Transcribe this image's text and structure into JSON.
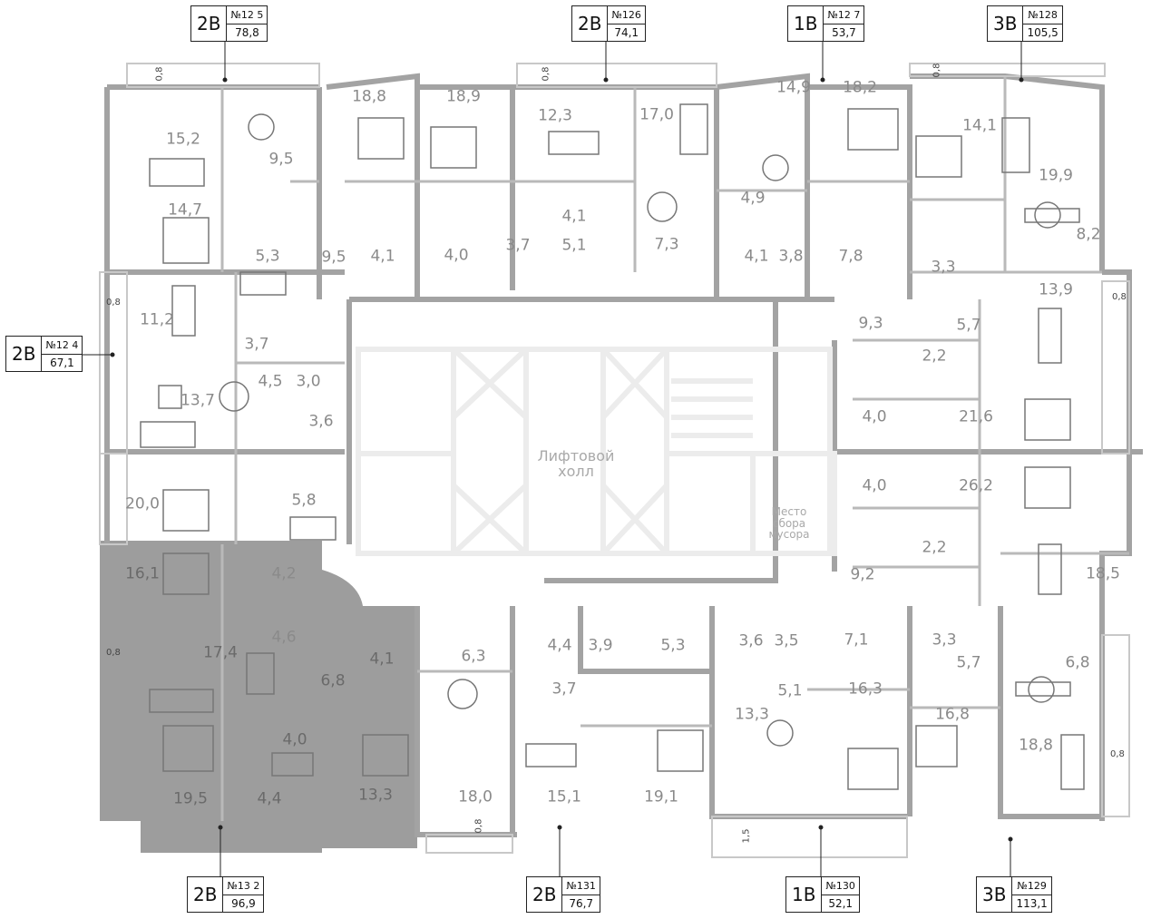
{
  "hall": {
    "line1": "Лифтовой",
    "line2": "холл"
  },
  "garbage": {
    "line1": "Место",
    "line2": "сбора",
    "line3": "мусора"
  },
  "apartments": {
    "a125": {
      "type": "2В",
      "number": "№12 5",
      "area": "78,8"
    },
    "a126": {
      "type": "2В",
      "number": "№126",
      "area": "74,1"
    },
    "a127": {
      "type": "1В",
      "number": "№12 7",
      "area": "53,7"
    },
    "a128": {
      "type": "3В",
      "number": "№128",
      "area": "105,5"
    },
    "a124": {
      "type": "2В",
      "number": "№12 4",
      "area": "67,1"
    },
    "a132": {
      "type": "2В",
      "number": "№13 2",
      "area": "96,9"
    },
    "a131": {
      "type": "2В",
      "number": "№131",
      "area": "76,7"
    },
    "a130": {
      "type": "1В",
      "number": "№130",
      "area": "52,1"
    },
    "a129": {
      "type": "3В",
      "number": "№129",
      "area": "113,1"
    }
  },
  "balcony_dims": {
    "d1": "0,8",
    "d2": "0,8",
    "d3": "0,8",
    "d4": "0,8",
    "d5": "0,8",
    "d6": "0,8",
    "d7": "1,5",
    "d8": "0,8",
    "d9": "0,8"
  },
  "rooms": [
    "18,8",
    "18,9",
    "14,9",
    "18,2",
    "15,2",
    "12,3",
    "17,0",
    "14,1",
    "9,5",
    "19,9",
    "14,7",
    "4,1",
    "4,9",
    "8,2",
    "5,3",
    "9,5",
    "4,1",
    "4,0",
    "3,7",
    "5,1",
    "7,3",
    "4,1",
    "3,8",
    "7,8",
    "3,3",
    "13,9",
    "11,2",
    "9,3",
    "5,7",
    "3,7",
    "2,2",
    "4,5",
    "3,0",
    "13,7",
    "4,0",
    "21,6",
    "3,6",
    "20,0",
    "4,0",
    "26,2",
    "5,8",
    "2,2",
    "16,1",
    "4,2",
    "9,2",
    "18,5",
    "4,6",
    "7,1",
    "3,3",
    "17,4",
    "6,3",
    "4,4",
    "3,9",
    "5,3",
    "3,6",
    "3,5",
    "5,7",
    "6,8",
    "6,8",
    "4,1",
    "3,7",
    "5,1",
    "16,3",
    "16,8",
    "13,3",
    "4,0",
    "18,8",
    "19,5",
    "4,4",
    "13,3",
    "18,0",
    "15,1",
    "19,1"
  ]
}
